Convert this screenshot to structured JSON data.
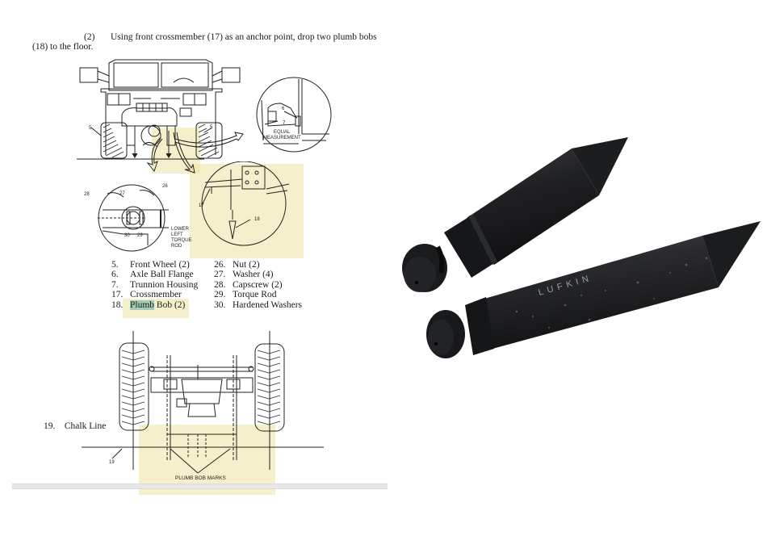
{
  "document": {
    "step_number": "(2)",
    "step_text_line1": "Using front crossmember (17) as an anchor point, drop two plumb bobs",
    "step_text_line2": "(18) to the floor."
  },
  "figure_top": {
    "callouts": {
      "front_wheel_left": "5",
      "front_wheel_right": "5",
      "detail_equal_6": "6",
      "detail_equal_7": "7",
      "equal_measurement_line1": "EQUAL",
      "equal_measurement_line2": "MEASUREMENT",
      "torque_28": "28",
      "torque_27": "27",
      "torque_26": "26",
      "torque_30": "30",
      "torque_29": "29",
      "lower_left_torque_rod": [
        "LOWER",
        "LEFT",
        "TORQUE",
        "ROD"
      ],
      "crossmember_17": "17",
      "plumb_bob_18": "18"
    }
  },
  "legend": {
    "left": [
      {
        "num": "5.",
        "label": "Front Wheel (2)"
      },
      {
        "num": "6.",
        "label": "Axle Ball Flange"
      },
      {
        "num": "7.",
        "label": "Trunnion Housing"
      },
      {
        "num": "17.",
        "label": "Crossmember"
      },
      {
        "num": "18.",
        "label_highlighted": "Plumb",
        "label_rest": " Bob (2)"
      }
    ],
    "right": [
      {
        "num": "26.",
        "label": "Nut (2)"
      },
      {
        "num": "27.",
        "label": "Washer (4)"
      },
      {
        "num": "28.",
        "label": "Capscrew (2)"
      },
      {
        "num": "29.",
        "label": "Torque Rod"
      },
      {
        "num": "30.",
        "label": "Hardened Washers"
      }
    ]
  },
  "figure_bottom": {
    "chalk_line_label": "19.    Chalk Line",
    "callout_19": "19",
    "plumb_bob_marks": "PLUMB BOB MARKS"
  },
  "photo": {
    "subject": "two black plumb bobs",
    "embossed_text": "LUFKIN"
  },
  "colors": {
    "highlight_yellow": "#ece4a0",
    "highlight_teal": "#80beaa",
    "plumb_bob_body": "#1c1d1f",
    "scrollbar": "#e6e6e6"
  }
}
